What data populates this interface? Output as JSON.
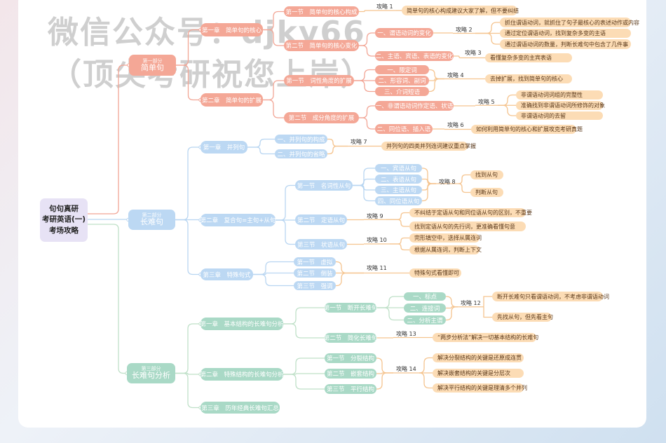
{
  "watermark": {
    "line1": "微信公众号：djky66",
    "line2": "（顶尖考研祝您上岸）"
  },
  "colors": {
    "part1": "#f4a796",
    "part2": "#bcd8f3",
    "part3": "#a9d9c6",
    "root": "#e7e2f5",
    "tip": "#fcdcb5",
    "tip_line": "#f5c48f"
  },
  "root": {
    "lines": [
      "句句真研",
      "考研英语(一)",
      "考场攻略"
    ]
  },
  "part1": {
    "label": "第一部分",
    "title": "简单句",
    "chapters": [
      "第一章　简单句的核心",
      "第二章　简单句的扩展"
    ],
    "sections": [
      "第一节　简单句的核心构成",
      "第二节　简单句的核心变化",
      "第一节　词性角度的扩展",
      "第二节　成分角度的扩展"
    ],
    "items": [
      "一、谓语动词的变化",
      "二、主语、宾语、表语的变化",
      "一、限定词",
      "二、形容词、副词",
      "三、介词短语",
      "一、非谓语动词作定语、状语",
      "二、同位语、插入语"
    ]
  },
  "part2": {
    "label": "第二部分",
    "title": "长难句",
    "chapters": [
      "第一章　并列句",
      "第二章　复合句=主句+从句",
      "第三章　特殊句式"
    ],
    "coordinate": [
      "一、并列句的构成",
      "二、并列句的省略"
    ],
    "sections": [
      "第一节　名词性从句",
      "第二节　定语从句",
      "第三节　状语从句"
    ],
    "noun_clauses": [
      "一、宾语从句",
      "二、表语从句",
      "三、主语从句",
      "四、同位语从句"
    ],
    "special": [
      "第一节　虚拟",
      "第二节　倒装",
      "第三节　强调"
    ]
  },
  "part3": {
    "label": "第三部分",
    "title": "长难句分析",
    "chapters": [
      "第一章　基本结构的长难句分析",
      "第二章　特殊结构的长难句分析",
      "第三章　历年经典长难句汇总"
    ],
    "sections": [
      "第一节　断开长难句",
      "第二节　简化长难句"
    ],
    "break_items": [
      "一、标点",
      "二、连接词",
      "二、分析主谓"
    ],
    "structures": [
      "第一节　分裂结构",
      "第二节　嵌套结构",
      "第三节　平行结构"
    ]
  },
  "strategies": [
    {
      "label": "攻略 1",
      "tips": [
        "简单句的核心构成建议大家了解，但不要纠结"
      ]
    },
    {
      "label": "攻略 2",
      "tips": [
        "抓住谓语动词，就抓住了句子最核心的表述动作或内容",
        "通过定位谓语动词，找到复杂多变的主语",
        "通过谓语动词的数量，判断长难句中包含了几件事"
      ]
    },
    {
      "label": "攻略 3",
      "tips": [
        "看懂复杂多变的主宾表语"
      ]
    },
    {
      "label": "攻略 4",
      "tips": [
        "去掉扩展，找到简单句的核心"
      ]
    },
    {
      "label": "攻略 5",
      "tips": [
        "非谓语动词词组的完整性",
        "准确找到非谓语动词所修饰的对象",
        "非谓语动词的去留"
      ]
    },
    {
      "label": "攻略 6",
      "tips": [
        "如何利用简单句的核心和扩展攻克考研真题"
      ]
    },
    {
      "label": "攻略 7",
      "tips": [
        "并列句的四类并列连词建议重点掌握"
      ]
    },
    {
      "label": "攻略 8",
      "tips": [
        "找到从句",
        "判断从句"
      ]
    },
    {
      "label": "攻略 9",
      "tips": [
        "不纠结于定语从句和同位语从句的区别，不重要",
        "找到定语从句的先行词，更准确看懂句意"
      ]
    },
    {
      "label": "攻略 10",
      "tips": [
        "完形填空中，选择从属连词",
        "根据从属连词，判断上下文"
      ]
    },
    {
      "label": "攻略 11",
      "tips": [
        "特殊句式看懂即可"
      ]
    },
    {
      "label": "攻略 12",
      "tips": [
        "断开长难句只看谓语动词，不考虑非谓语动词",
        "先找从句，但先看主句"
      ]
    },
    {
      "label": "攻略 13",
      "tips": [
        "“两步分析法”解决一切基本结构的长难句"
      ]
    },
    {
      "label": "攻略 14",
      "tips": [
        "解决分裂结构的关键是还原成连贯",
        "解决嵌套结构的关键是分层次",
        "解决平行结构的关键是理清多个并列"
      ]
    }
  ]
}
